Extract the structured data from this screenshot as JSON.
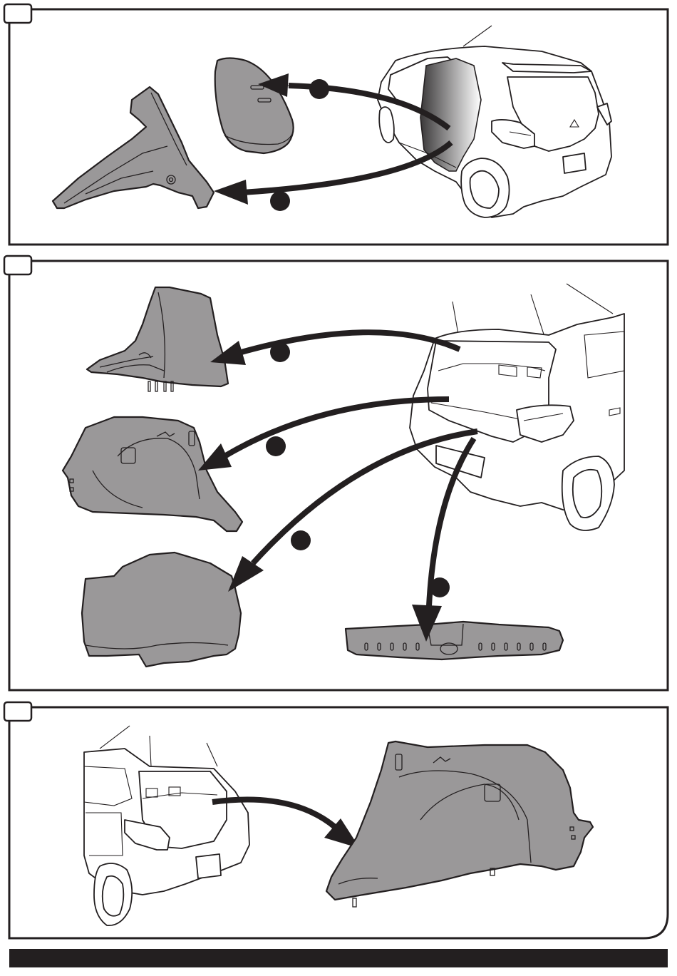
{
  "colors": {
    "line": "#231f20",
    "part_fill": "#9a9899",
    "door_gradient_dark": "#3a3839",
    "door_gradient_light": "#ffffff",
    "background": "#ffffff"
  },
  "panels": [
    {
      "name": "panel-1",
      "step_label": "",
      "parts": [
        "rear-door-trim-part",
        "center-pillar-lower-trim-part"
      ],
      "callouts": 2
    },
    {
      "name": "panel-2",
      "step_label": "",
      "parts": [
        "quarter-upper-trim-part",
        "quarter-side-trim-part",
        "luggage-floor-mat-part",
        "rear-end-trim-part"
      ],
      "callouts": 4
    },
    {
      "name": "panel-3",
      "step_label": "",
      "parts": [
        "quarter-side-trim-enlarged-part"
      ],
      "callouts": 0
    }
  ],
  "footer": {
    "text": ""
  }
}
